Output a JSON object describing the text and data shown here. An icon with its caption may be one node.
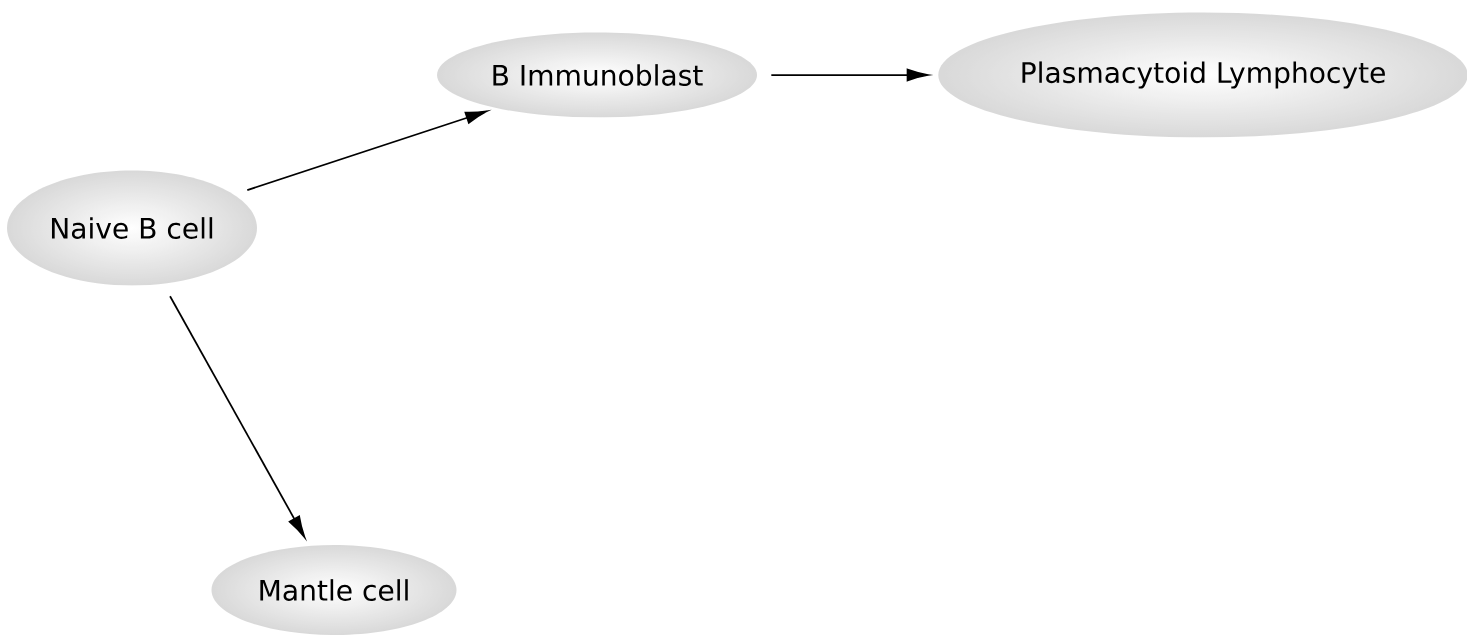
{
  "diagram": {
    "nodes": [
      {
        "text": [
          "Naive B cell"
        ]
      },
      {
        "text": [
          "B Immunoblast"
        ]
      },
      {
        "text": [
          "Plasmacytoid Lymphocyte"
        ]
      },
      {
        "text": [
          "Mantle cell"
        ]
      }
    ],
    "edges": [
      {
        "from": 0,
        "to": 1,
        "arrow": "to"
      },
      {
        "from": 1,
        "to": 2,
        "arrow": "to"
      },
      {
        "from": 0,
        "to": 3,
        "arrow": "to"
      }
    ]
  }
}
